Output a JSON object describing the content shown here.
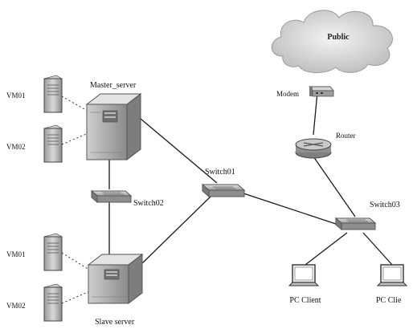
{
  "nodes": {
    "cloud": "Public",
    "modem": "Modem",
    "router": "Router",
    "switch01": "Switch01",
    "switch02": "Switch02",
    "switch03": "Switch03",
    "master_server": "Master_server",
    "slave_server": "Slave server",
    "vm_top_1": "VM01",
    "vm_top_2": "VM02",
    "vm_bottom_1": "VM01",
    "vm_bottom_2": "VM02",
    "pc_client_1": "PC Client",
    "pc_client_2": "PC Clie"
  }
}
